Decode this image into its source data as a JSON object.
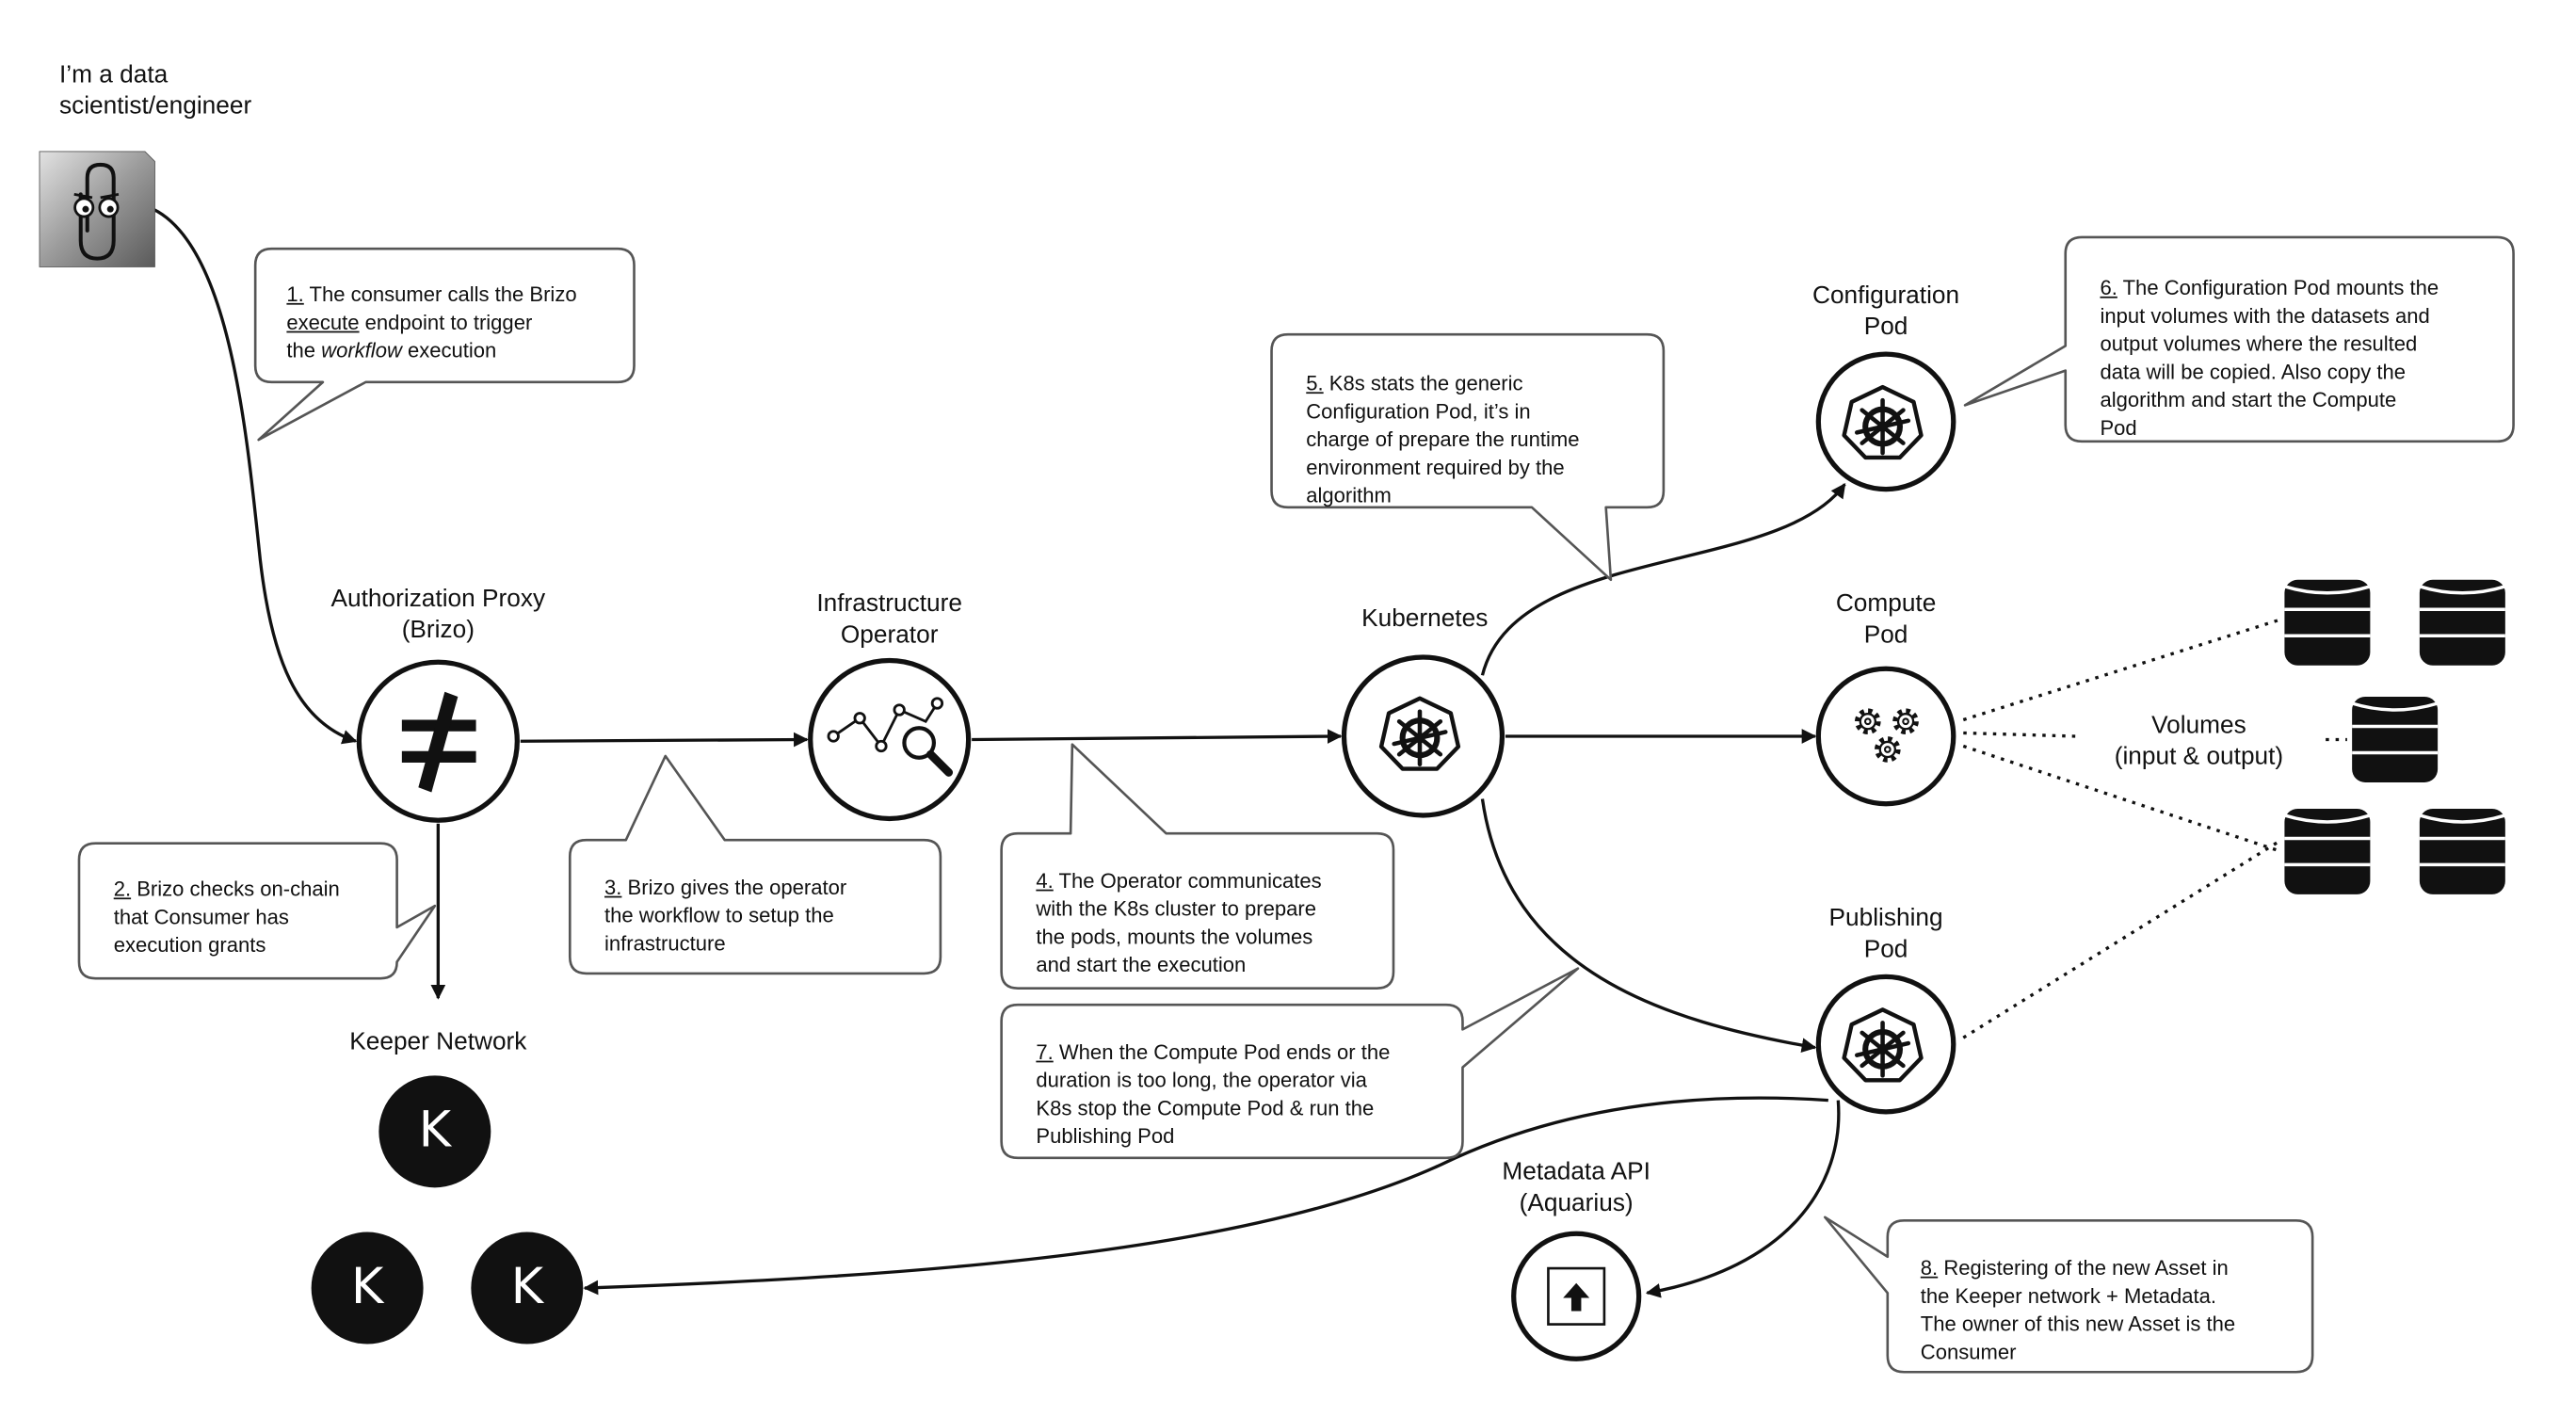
{
  "actor": {
    "line1": "I’m a data",
    "line2": "scientist/engineer",
    "icon": "clippy-icon"
  },
  "nodes": {
    "auth_proxy": {
      "line1": "Authorization Proxy",
      "line2": "(Brizo)",
      "icon": "not-equal-icon"
    },
    "infra_operator": {
      "line1": "Infrastructure",
      "line2": "Operator",
      "icon": "chart-magnifier-icon"
    },
    "kubernetes": {
      "line1": "Kubernetes",
      "icon": "kubernetes-wheel-icon"
    },
    "config_pod": {
      "line1": "Configuration",
      "line2": "Pod",
      "icon": "kubernetes-wheel-icon"
    },
    "compute_pod": {
      "line1": "Compute",
      "line2": "Pod",
      "icon": "gears-icon"
    },
    "publishing_pod": {
      "line1": "Publishing",
      "line2": "Pod",
      "icon": "kubernetes-wheel-icon"
    },
    "keeper_network": {
      "label": "Keeper Network",
      "node_letter": "K"
    },
    "metadata_api": {
      "line1": "Metadata API",
      "line2": "(Aquarius)",
      "icon": "upload-icon"
    },
    "volumes": {
      "line1": "Volumes",
      "line2": "(input & output)",
      "icon": "database-icon"
    }
  },
  "notes": {
    "n1": {
      "num": "1.",
      "t1": " The consumer calls the Brizo",
      "t2a": "execute",
      "t2b": " endpoint to trigger",
      "t3a": "the ",
      "t3b": "workflow",
      "t3c": " execution"
    },
    "n2": {
      "num": "2.",
      "t1": " Brizo checks on-chain",
      "t2": "that Consumer has",
      "t3": "execution grants"
    },
    "n3": {
      "num": "3.",
      "t1": " Brizo gives the operator",
      "t2": "the workflow to setup the",
      "t3": "infrastructure"
    },
    "n4": {
      "num": "4.",
      "t1": " The Operator communicates",
      "t2": "with the K8s cluster to prepare",
      "t3": "the pods, mounts the volumes",
      "t4": "and start the execution"
    },
    "n5": {
      "num": "5.",
      "t1": " K8s stats the generic",
      "t2": "Configuration Pod, it’s in",
      "t3": "charge of prepare the runtime",
      "t4": "environment required by the",
      "t5": "algorithm"
    },
    "n6": {
      "num": "6.",
      "t1": " The Configuration Pod mounts the",
      "t2": "input volumes with the datasets and",
      "t3": "output volumes where the resulted",
      "t4": "data will be copied. Also copy the",
      "t5": "algorithm and start the Compute",
      "t6": "Pod"
    },
    "n7": {
      "num": "7.",
      "t1": " When the Compute Pod ends or the",
      "t2": "duration is too long, the operator via",
      "t3": "K8s stop the Compute Pod & run the",
      "t4": "Publishing Pod"
    },
    "n8": {
      "num": "8.",
      "t1": " Registering of the new Asset in",
      "t2": "the Keeper network + Metadata.",
      "t3": "The owner of this new Asset is the",
      "t4": "Consumer"
    }
  }
}
